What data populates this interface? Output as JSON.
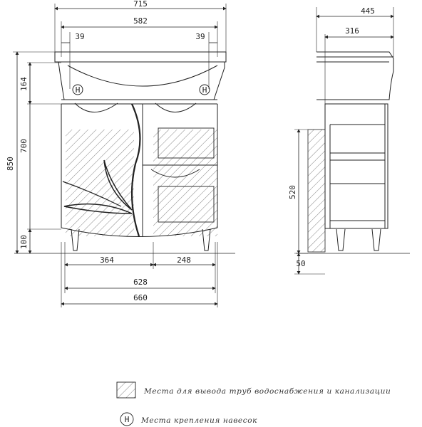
{
  "front_view": {
    "dims": {
      "overall_width": "715",
      "basin_inner_width": "582",
      "left_offset": "39",
      "right_offset": "39",
      "basin_height": "164",
      "total_height": "850",
      "body_height": "700",
      "leg_height": "100",
      "left_door": "364",
      "right_door": "248",
      "body_width": "628",
      "base_width": "660"
    },
    "mount_symbol": "H"
  },
  "side_view": {
    "dims": {
      "overall_depth": "445",
      "body_depth": "316",
      "pipe_zone_height": "520",
      "floor_clearance": "50"
    }
  },
  "legend": {
    "pipe_zone": "Места для вывода труб водоснабжения и канализации",
    "mount_points": "Места крепления навесок",
    "mount_symbol": "H"
  },
  "colors": {
    "line": "#222222",
    "hatch": "#555555",
    "background": "#ffffff"
  }
}
